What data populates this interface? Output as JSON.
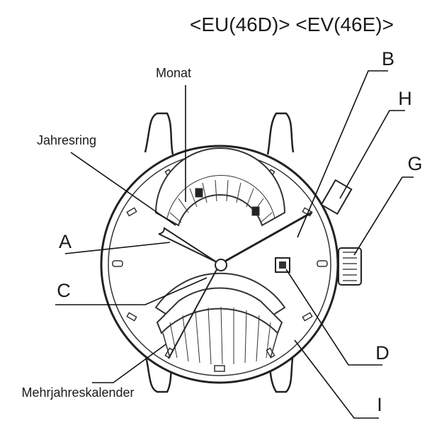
{
  "header": {
    "title": "<EU(46D)> <EV(46E)>"
  },
  "labels": {
    "monat": "Monat",
    "jahresring": "Jahresring",
    "mehrjahreskalender": "Mehrjahreskalender",
    "A": "A",
    "B": "B",
    "C": "C",
    "D": "D",
    "G": "G",
    "H": "H",
    "I": "I"
  }
}
